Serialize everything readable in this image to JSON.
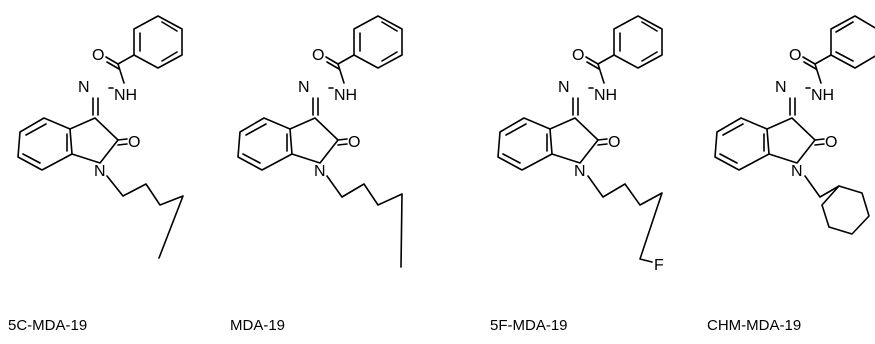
{
  "compounds": [
    {
      "name": "5C-MDA-19",
      "atoms": {
        "o_carbonyl": "O",
        "n_imine": "N",
        "nh": "NH",
        "o_lactam": "O",
        "n_ring": "N"
      }
    },
    {
      "name": "MDA-19",
      "atoms": {
        "o_carbonyl": "O",
        "n_imine": "N",
        "nh": "NH",
        "o_lactam": "O",
        "n_ring": "N"
      }
    },
    {
      "name": "5F-MDA-19",
      "atoms": {
        "o_carbonyl": "O",
        "n_imine": "N",
        "nh": "NH",
        "o_lactam": "O",
        "n_ring": "N",
        "f": "F"
      }
    },
    {
      "name": "CHM-MDA-19",
      "atoms": {
        "o_carbonyl": "O",
        "n_imine": "N",
        "nh": "NH",
        "o_lactam": "O",
        "n_ring": "N"
      }
    }
  ]
}
